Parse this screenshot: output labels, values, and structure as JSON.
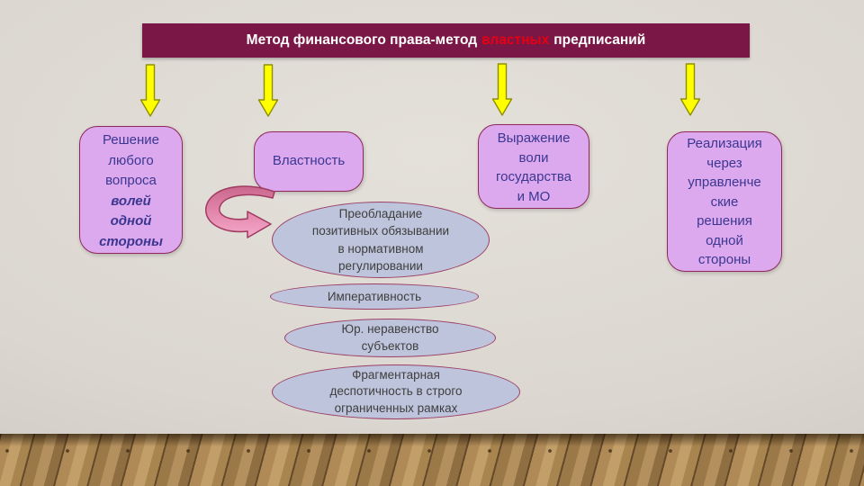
{
  "slide": {
    "title": {
      "prefix": "Метод финансового права-метод",
      "highlight": "властных",
      "suffix": "предписаний"
    },
    "boxes": {
      "box1": {
        "regular_lines": [
          "Решение",
          "любого",
          "вопроса"
        ],
        "emphasis_lines": [
          "волей",
          "одной",
          "стороны"
        ]
      },
      "box2": {
        "label": "Властность"
      },
      "box3": {
        "lines": [
          "Выражение",
          "воли",
          "государства",
          "и МО"
        ]
      },
      "box4": {
        "lines": [
          "Реализация",
          "через",
          "управленче",
          "ские",
          "решения",
          "одной",
          "стороны"
        ]
      }
    },
    "ellipses": {
      "e1": {
        "lines": [
          "Преобладание",
          "позитивных обязывании",
          "в нормативном",
          "регулировании"
        ]
      },
      "e2": {
        "lines": [
          "Императивность"
        ]
      },
      "e3": {
        "lines": [
          "Юр. неравенство",
          "субъектов"
        ]
      },
      "e4": {
        "lines": [
          "Фрагментарная",
          "деспотичность в строго",
          "ограниченных рамках"
        ]
      }
    },
    "colors": {
      "title_bg": "#7a1746",
      "title_text": "#ffffff",
      "title_highlight": "#e60012",
      "box_fill": "#dca9ee",
      "box_border": "#8e2959",
      "box_text": "#3b3791",
      "ellipse_fill": "#bdc4db",
      "ellipse_border": "#9c3f66",
      "ellipse_text": "#3f3f3f",
      "arrow_fill": "#ffff00",
      "arrow_stroke": "#8f8f00",
      "curved_arrow_top": "#c9688d",
      "curved_arrow_bottom": "#f4aacb",
      "wall": "#dbd6d0",
      "wood": "#b08a56"
    }
  }
}
